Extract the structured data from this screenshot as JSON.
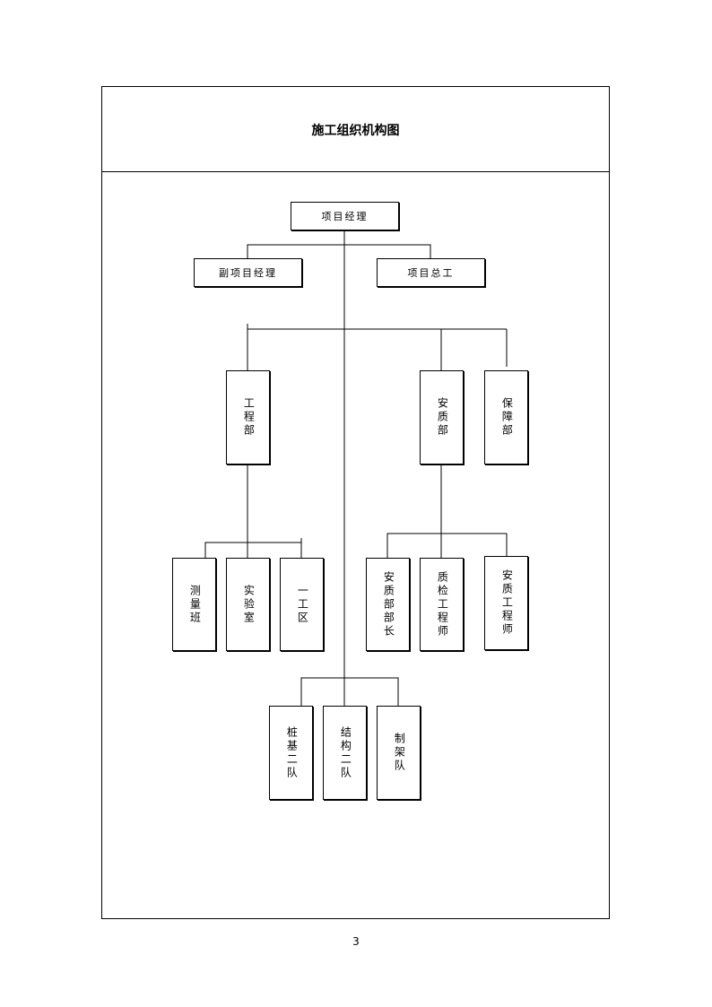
{
  "title": "施工组织机构图",
  "nodes": {
    "manager": "项目经理",
    "deputy_manager": "副项目经理",
    "chief_engineer": "项目总工",
    "engineering_dept": "工程部",
    "safety_quality_dept": "安质部",
    "support_dept": "保障部",
    "survey_team": "测量班",
    "lab": "实验室",
    "work_area_1": "一工区",
    "safety_quality_head": "安质部部长",
    "quality_engineer": "质检工程师",
    "safety_engineer": "安质工程师",
    "pile_team_2": "桩基二队",
    "structure_team_2": "结构二队",
    "erection_team": "制架队"
  },
  "page_number": "3"
}
